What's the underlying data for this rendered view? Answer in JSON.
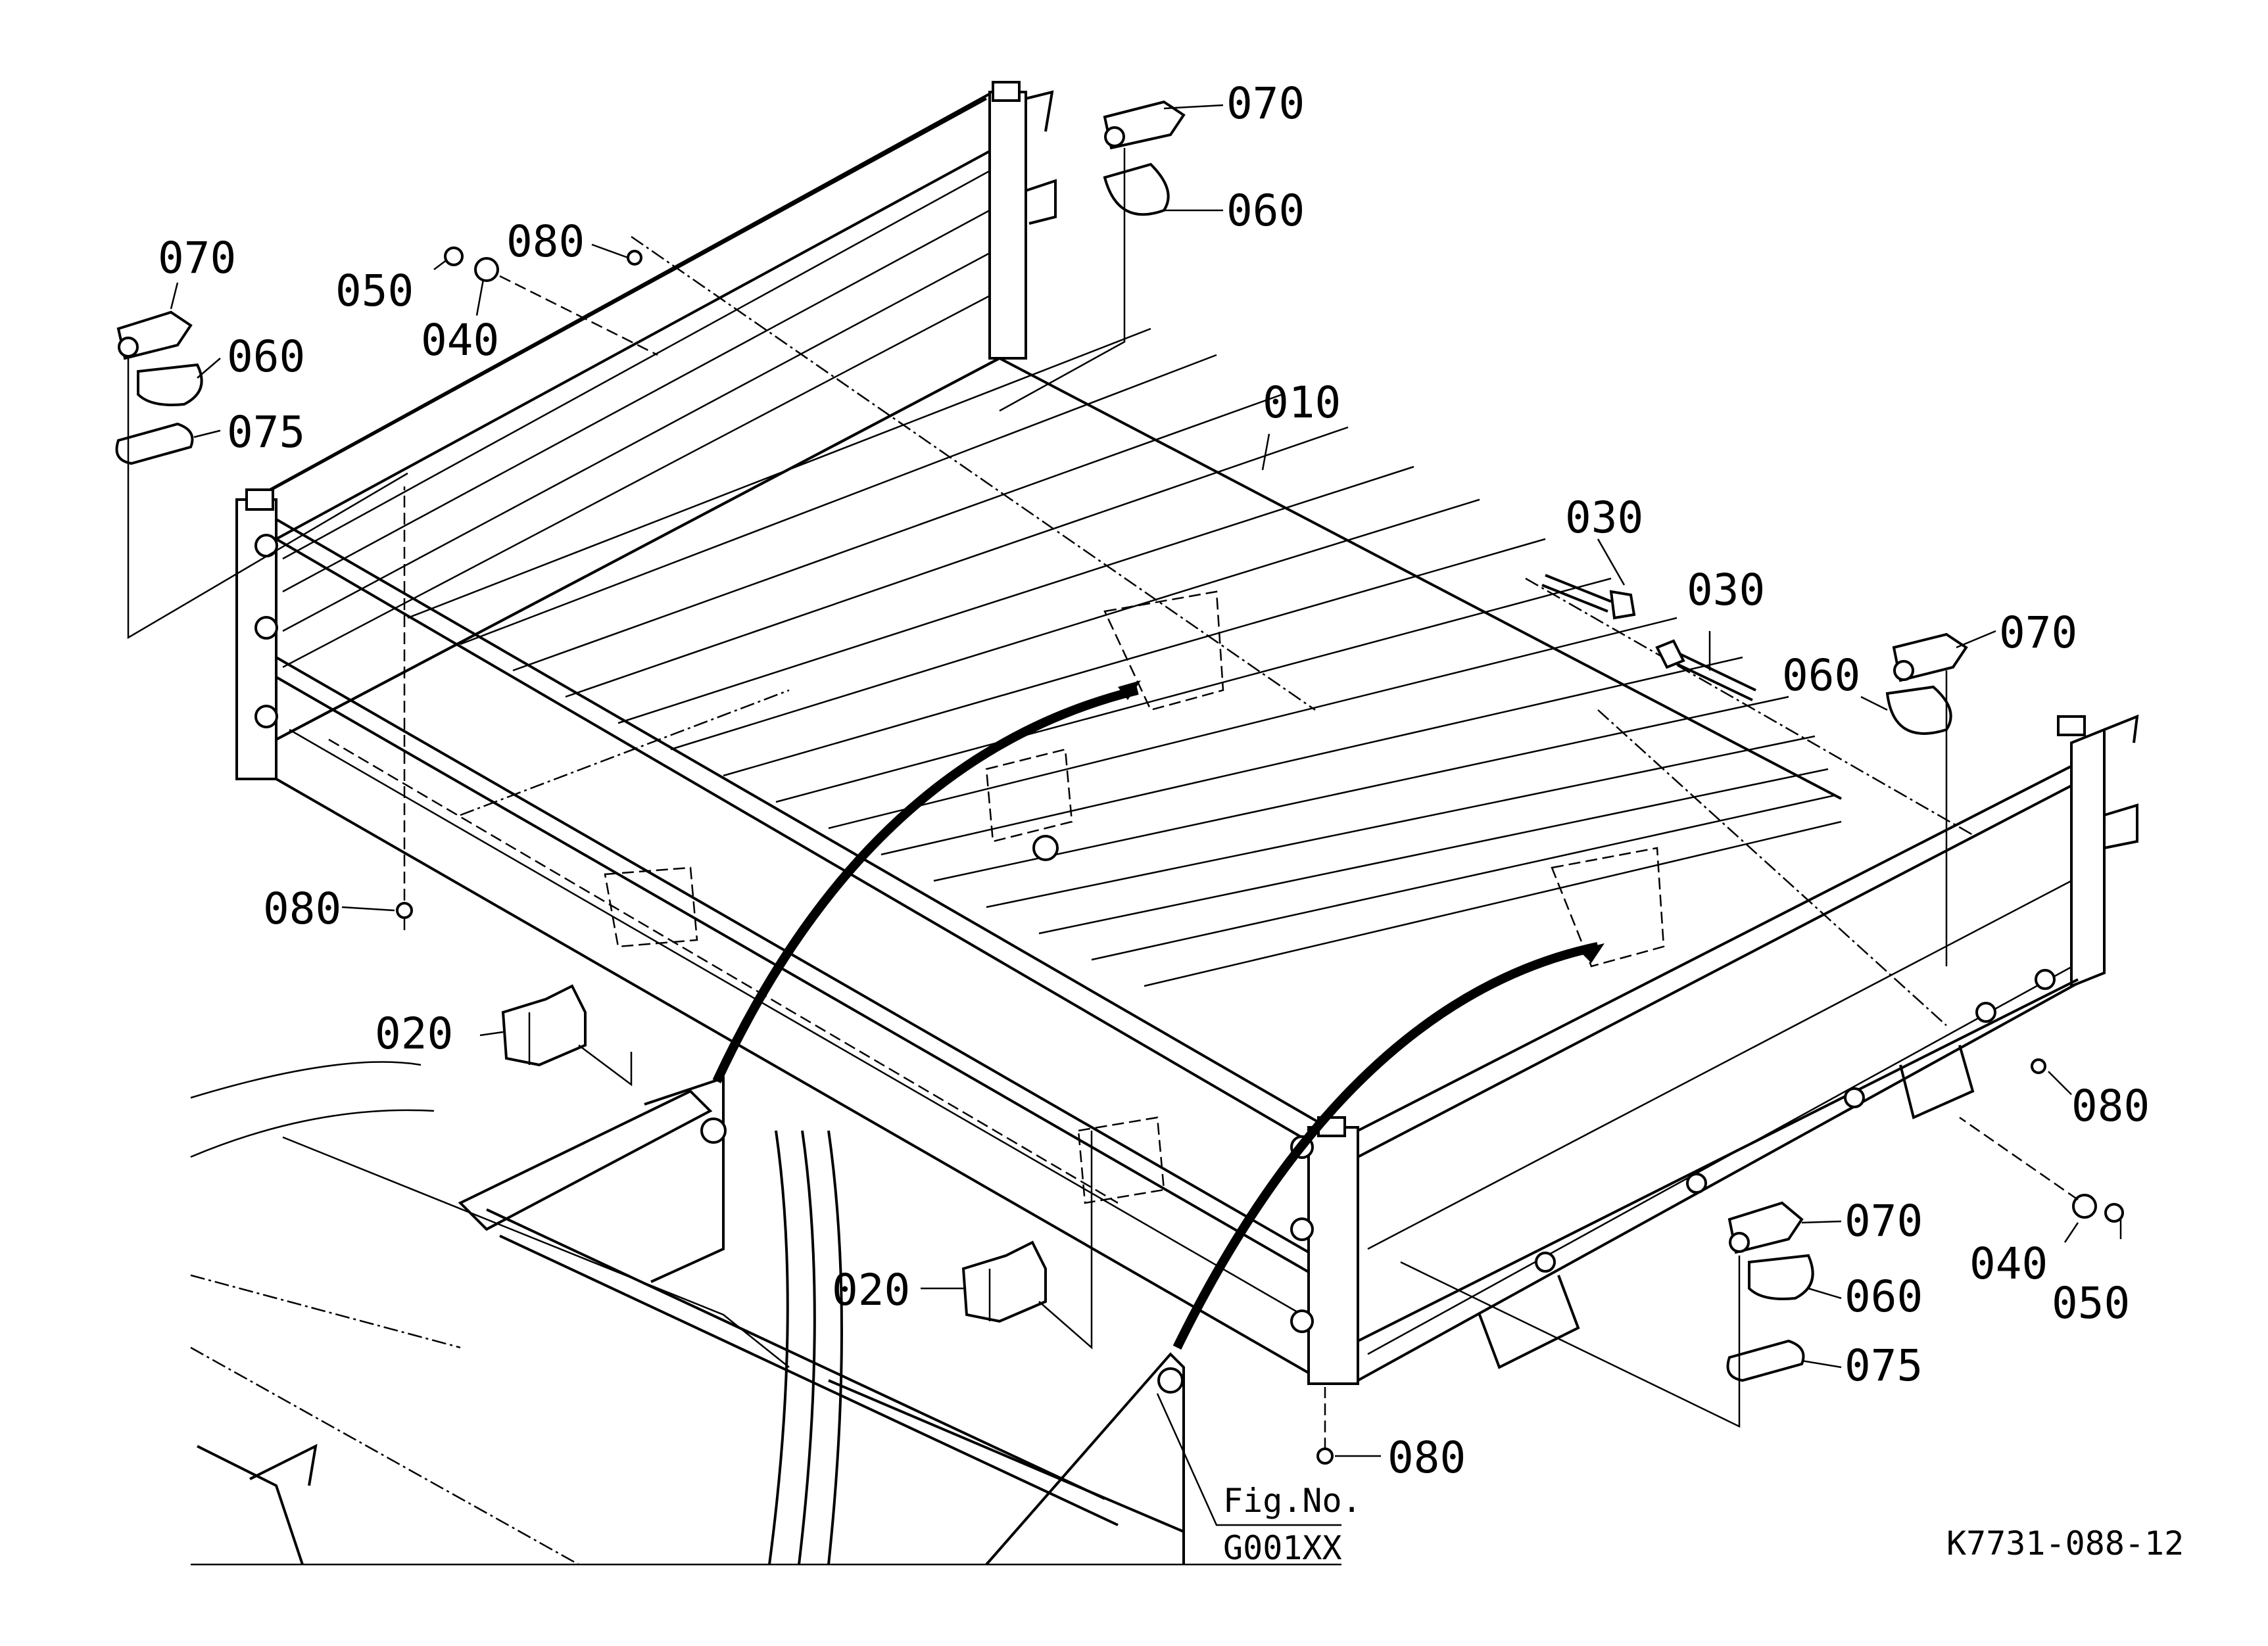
{
  "diagram": {
    "callouts": {
      "c010": "010",
      "c020_left": "020",
      "c020_center": "020",
      "c030_a": "030",
      "c030_b": "030",
      "c040_top": "040",
      "c040_right": "040",
      "c050_top": "050",
      "c050_right": "050",
      "c060_topcenter": "060",
      "c060_topleft": "060",
      "c060_right": "060",
      "c060_bottom": "060",
      "c070_topcenter": "070",
      "c070_topleft": "070",
      "c070_right": "070",
      "c070_bottom": "070",
      "c075_topleft": "075",
      "c075_bottom": "075",
      "c080_top": "080",
      "c080_left": "080",
      "c080_right": "080",
      "c080_bottom": "080"
    },
    "fig_ref_line1": "Fig.No.",
    "fig_ref_line2": "G001XX",
    "drawing_number": "K7731-088-12"
  }
}
